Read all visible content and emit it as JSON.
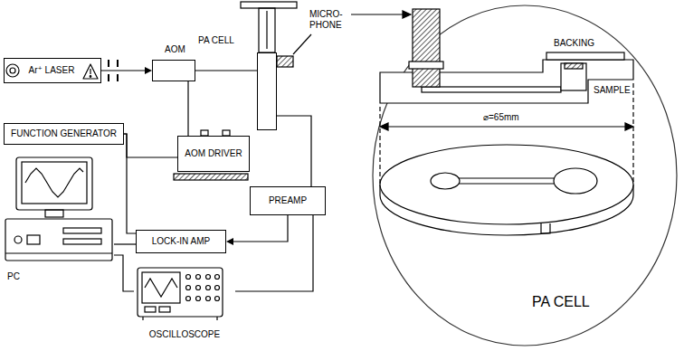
{
  "diagram": {
    "nodes": [
      {
        "text": [
          "Ar⁺ LASER"
        ]
      },
      {
        "text": [
          "AOM"
        ]
      },
      {
        "text": [
          "PA CELL"
        ]
      },
      {
        "text": [
          "FUNCTION GENERATOR"
        ]
      },
      {
        "text": [
          "AOM DRIVER"
        ]
      },
      {
        "text": [
          "PREAMP"
        ]
      },
      {
        "text": [
          "LOCK-IN AMP"
        ]
      },
      {
        "text": [
          "PC"
        ]
      },
      {
        "text": [
          "OSCILLOSCOPE"
        ]
      }
    ],
    "edges": [
      {
        "from": 0,
        "to": 1,
        "arrow": "to"
      },
      {
        "from": 1,
        "to": 2,
        "arrow": "none"
      },
      {
        "from": 4,
        "to": 1,
        "arrow": "none"
      },
      {
        "from": 3,
        "to": 4,
        "arrow": "none"
      },
      {
        "from": 3,
        "to": 6,
        "arrow": "none"
      },
      {
        "from": 2,
        "to": 5,
        "arrow": "none"
      },
      {
        "from": 5,
        "to": 6,
        "arrow": "to"
      },
      {
        "from": 5,
        "to": 8,
        "arrow": "none"
      },
      {
        "from": 7,
        "to": 6,
        "arrow": "none"
      },
      {
        "from": 7,
        "to": 8,
        "arrow": "none"
      }
    ],
    "labels": [
      "MICRO- PHONE",
      "BACKING",
      "SAMPLE",
      "⌀=65mm",
      "PA CELL"
    ]
  }
}
